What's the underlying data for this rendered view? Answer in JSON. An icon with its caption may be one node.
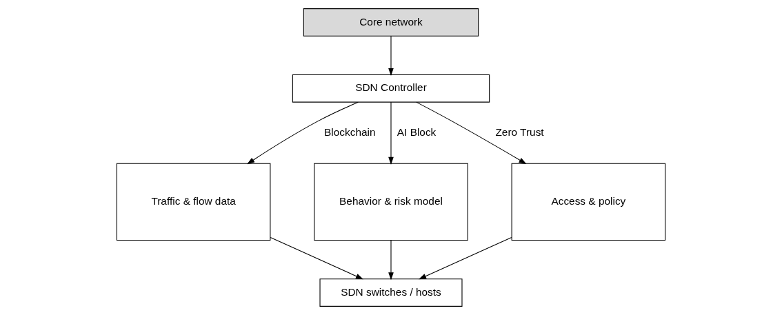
{
  "diagram": {
    "nodes": [
      {
        "text": [
          "Core network"
        ]
      },
      {
        "text": [
          "SDN Controller"
        ]
      },
      {
        "text": [
          "Traffic & flow data"
        ]
      },
      {
        "text": [
          "Behavior & risk model"
        ]
      },
      {
        "text": [
          "Access & policy"
        ]
      },
      {
        "text": [
          "SDN switches / hosts"
        ]
      }
    ],
    "edges": [
      {
        "from": 0,
        "to": 1,
        "arrow": "to"
      },
      {
        "from": 1,
        "to": 2,
        "arrow": "to",
        "label": "Blockchain"
      },
      {
        "from": 1,
        "to": 3,
        "arrow": "to",
        "label": "AI Block"
      },
      {
        "from": 1,
        "to": 4,
        "arrow": "to",
        "label": "Zero Trust"
      },
      {
        "from": 2,
        "to": 5,
        "arrow": "to"
      },
      {
        "from": 3,
        "to": 5,
        "arrow": "to"
      },
      {
        "from": 4,
        "to": 5,
        "arrow": "to"
      }
    ]
  }
}
